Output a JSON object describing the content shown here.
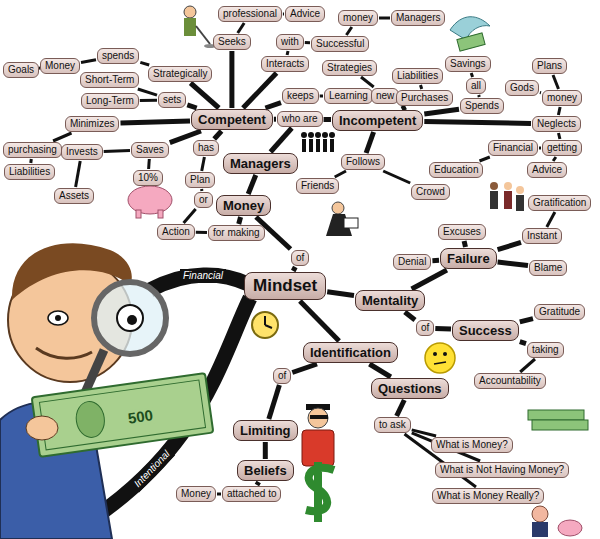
{
  "diagram": {
    "nodes": [
      {
        "text": [
          "professional"
        ]
      },
      {
        "text": [
          "Advice"
        ]
      },
      {
        "text": [
          "money"
        ]
      },
      {
        "text": [
          "Managers"
        ]
      },
      {
        "text": [
          "Seeks"
        ]
      },
      {
        "text": [
          "with"
        ]
      },
      {
        "text": [
          "Successful"
        ]
      },
      {
        "text": [
          "Goals"
        ]
      },
      {
        "text": [
          "Money"
        ]
      },
      {
        "text": [
          "spends"
        ]
      },
      {
        "text": [
          "Short-Term"
        ]
      },
      {
        "text": [
          "Strategically"
        ]
      },
      {
        "text": [
          "Interacts"
        ]
      },
      {
        "text": [
          "Strategies"
        ]
      },
      {
        "text": [
          "Liabilities"
        ]
      },
      {
        "text": [
          "Savings"
        ]
      },
      {
        "text": [
          "Plans"
        ]
      },
      {
        "text": [
          "keeps"
        ]
      },
      {
        "text": [
          "Learning"
        ]
      },
      {
        "text": [
          "new"
        ]
      },
      {
        "text": [
          "Gods"
        ]
      },
      {
        "text": [
          "all"
        ]
      },
      {
        "text": [
          "Purchases"
        ]
      },
      {
        "text": [
          "money"
        ]
      },
      {
        "text": [
          "Long-Term"
        ]
      },
      {
        "text": [
          "sets"
        ]
      },
      {
        "text": [
          "Competent"
        ]
      },
      {
        "text": [
          "who are"
        ]
      },
      {
        "text": [
          "Incompetent"
        ]
      },
      {
        "text": [
          "Spends"
        ]
      },
      {
        "text": [
          "Neglects"
        ]
      },
      {
        "text": [
          "Minimizes"
        ]
      },
      {
        "text": [
          "has"
        ]
      },
      {
        "text": [
          "Financial"
        ]
      },
      {
        "text": [
          "getting"
        ]
      },
      {
        "text": [
          "purchasing"
        ]
      },
      {
        "text": [
          "Invests"
        ]
      },
      {
        "text": [
          "Saves"
        ]
      },
      {
        "text": [
          "Managers"
        ]
      },
      {
        "text": [
          "Follows"
        ]
      },
      {
        "text": [
          "Education"
        ]
      },
      {
        "text": [
          "Advice"
        ]
      },
      {
        "text": [
          "Liabilities"
        ]
      },
      {
        "text": [
          "Plan"
        ]
      },
      {
        "text": [
          "10%"
        ]
      },
      {
        "text": [
          "Friends"
        ]
      },
      {
        "text": [
          "Crowd"
        ]
      },
      {
        "text": [
          "Assets"
        ]
      },
      {
        "text": [
          "or"
        ]
      },
      {
        "text": [
          "Money"
        ]
      },
      {
        "text": [
          "Gratification"
        ]
      },
      {
        "text": [
          "Action"
        ]
      },
      {
        "text": [
          "for making"
        ]
      },
      {
        "text": [
          "Excuses"
        ]
      },
      {
        "text": [
          "Instant"
        ]
      },
      {
        "text": [
          "Failure"
        ]
      },
      {
        "text": [
          "of"
        ]
      },
      {
        "text": [
          "Denial"
        ]
      },
      {
        "text": [
          "Blame"
        ]
      },
      {
        "text": [
          "Mindset"
        ]
      },
      {
        "text": [
          "Mentality"
        ]
      },
      {
        "text": [
          "Gratitude"
        ]
      },
      {
        "text": [
          "of"
        ]
      },
      {
        "text": [
          "Success"
        ]
      },
      {
        "text": [
          "taking"
        ]
      },
      {
        "text": [
          "Identification"
        ]
      },
      {
        "text": [
          "Accountability"
        ]
      },
      {
        "text": [
          "of"
        ]
      },
      {
        "text": [
          "Questions"
        ]
      },
      {
        "text": [
          "to ask"
        ]
      },
      {
        "text": [
          "Limiting"
        ]
      },
      {
        "text": [
          "What is Money?"
        ]
      },
      {
        "text": [
          "Beliefs"
        ]
      },
      {
        "text": [
          "What is Not Having Money?"
        ]
      },
      {
        "text": [
          "Money"
        ]
      },
      {
        "text": [
          "attached to"
        ]
      },
      {
        "text": [
          "What is Money Really?"
        ]
      }
    ],
    "edges": [
      {
        "from": 59,
        "to": 56,
        "arrow": "none"
      },
      {
        "from": 56,
        "to": 49,
        "arrow": "none"
      },
      {
        "from": 49,
        "to": 38,
        "arrow": "none"
      },
      {
        "from": 38,
        "to": 27,
        "arrow": "none"
      },
      {
        "from": 27,
        "to": 26,
        "arrow": "none"
      },
      {
        "from": 27,
        "to": 28,
        "arrow": "none"
      },
      {
        "from": 26,
        "to": 11,
        "arrow": "none"
      },
      {
        "from": 11,
        "to": 9,
        "arrow": "none"
      },
      {
        "from": 9,
        "to": 8,
        "arrow": "none"
      },
      {
        "from": 8,
        "to": 7,
        "arrow": "none"
      },
      {
        "from": 26,
        "to": 25,
        "arrow": "none"
      },
      {
        "from": 25,
        "to": 10,
        "arrow": "none"
      },
      {
        "from": 25,
        "to": 24,
        "arrow": "none"
      },
      {
        "from": 26,
        "to": 31,
        "arrow": "none"
      },
      {
        "from": 31,
        "to": 35,
        "arrow": "none"
      },
      {
        "from": 35,
        "to": 42,
        "arrow": "none"
      },
      {
        "from": 26,
        "to": 37,
        "arrow": "none"
      },
      {
        "from": 37,
        "to": 36,
        "arrow": "none"
      },
      {
        "from": 36,
        "to": 47,
        "arrow": "none"
      },
      {
        "from": 37,
        "to": 44,
        "arrow": "none"
      },
      {
        "from": 26,
        "to": 32,
        "arrow": "none"
      },
      {
        "from": 32,
        "to": 43,
        "arrow": "none"
      },
      {
        "from": 43,
        "to": 48,
        "arrow": "none"
      },
      {
        "from": 48,
        "to": 51,
        "arrow": "none"
      },
      {
        "from": 51,
        "to": 52,
        "arrow": "none"
      },
      {
        "from": 52,
        "to": 49,
        "arrow": "none"
      },
      {
        "from": 26,
        "to": 4,
        "arrow": "none"
      },
      {
        "from": 4,
        "to": 0,
        "arrow": "none"
      },
      {
        "from": 0,
        "to": 1,
        "arrow": "none"
      },
      {
        "from": 26,
        "to": 12,
        "arrow": "none"
      },
      {
        "from": 12,
        "to": 5,
        "arrow": "none"
      },
      {
        "from": 5,
        "to": 6,
        "arrow": "none"
      },
      {
        "from": 6,
        "to": 2,
        "arrow": "none"
      },
      {
        "from": 2,
        "to": 3,
        "arrow": "none"
      },
      {
        "from": 26,
        "to": 17,
        "arrow": "none"
      },
      {
        "from": 17,
        "to": 18,
        "arrow": "none"
      },
      {
        "from": 18,
        "to": 19,
        "arrow": "none"
      },
      {
        "from": 19,
        "to": 13,
        "arrow": "none"
      },
      {
        "from": 28,
        "to": 22,
        "arrow": "none"
      },
      {
        "from": 22,
        "to": 14,
        "arrow": "none"
      },
      {
        "from": 28,
        "to": 29,
        "arrow": "none"
      },
      {
        "from": 29,
        "to": 21,
        "arrow": "none"
      },
      {
        "from": 21,
        "to": 15,
        "arrow": "none"
      },
      {
        "from": 28,
        "to": 30,
        "arrow": "none"
      },
      {
        "from": 30,
        "to": 23,
        "arrow": "none"
      },
      {
        "from": 23,
        "to": 20,
        "arrow": "none"
      },
      {
        "from": 23,
        "to": 16,
        "arrow": "none"
      },
      {
        "from": 30,
        "to": 34,
        "arrow": "none"
      },
      {
        "from": 34,
        "to": 33,
        "arrow": "none"
      },
      {
        "from": 33,
        "to": 40,
        "arrow": "none"
      },
      {
        "from": 34,
        "to": 41,
        "arrow": "none"
      },
      {
        "from": 28,
        "to": 39,
        "arrow": "none"
      },
      {
        "from": 39,
        "to": 45,
        "arrow": "none"
      },
      {
        "from": 39,
        "to": 46,
        "arrow": "none"
      },
      {
        "from": 59,
        "to": 60,
        "arrow": "none"
      },
      {
        "from": 60,
        "to": 55,
        "arrow": "none"
      },
      {
        "from": 55,
        "to": 53,
        "arrow": "none"
      },
      {
        "from": 55,
        "to": 57,
        "arrow": "none"
      },
      {
        "from": 55,
        "to": 54,
        "arrow": "none"
      },
      {
        "from": 54,
        "to": 50,
        "arrow": "none"
      },
      {
        "from": 55,
        "to": 58,
        "arrow": "none"
      },
      {
        "from": 60,
        "to": 62,
        "arrow": "none"
      },
      {
        "from": 62,
        "to": 63,
        "arrow": "none"
      },
      {
        "from": 63,
        "to": 61,
        "arrow": "none"
      },
      {
        "from": 63,
        "to": 64,
        "arrow": "none"
      },
      {
        "from": 64,
        "to": 66,
        "arrow": "none"
      },
      {
        "from": 59,
        "to": 65,
        "arrow": "none"
      },
      {
        "from": 65,
        "to": 67,
        "arrow": "none"
      },
      {
        "from": 67,
        "to": 70,
        "arrow": "none"
      },
      {
        "from": 70,
        "to": 72,
        "arrow": "none"
      },
      {
        "from": 72,
        "to": 75,
        "arrow": "none"
      },
      {
        "from": 75,
        "to": 74,
        "arrow": "none"
      },
      {
        "from": 65,
        "to": 68,
        "arrow": "none"
      },
      {
        "from": 68,
        "to": 69,
        "arrow": "none"
      },
      {
        "from": 69,
        "to": 71,
        "arrow": "none"
      },
      {
        "from": 69,
        "to": 73,
        "arrow": "none"
      },
      {
        "from": 69,
        "to": 76,
        "arrow": "none"
      }
    ],
    "labels": [
      "Financial",
      "Intentional",
      "500"
    ]
  }
}
